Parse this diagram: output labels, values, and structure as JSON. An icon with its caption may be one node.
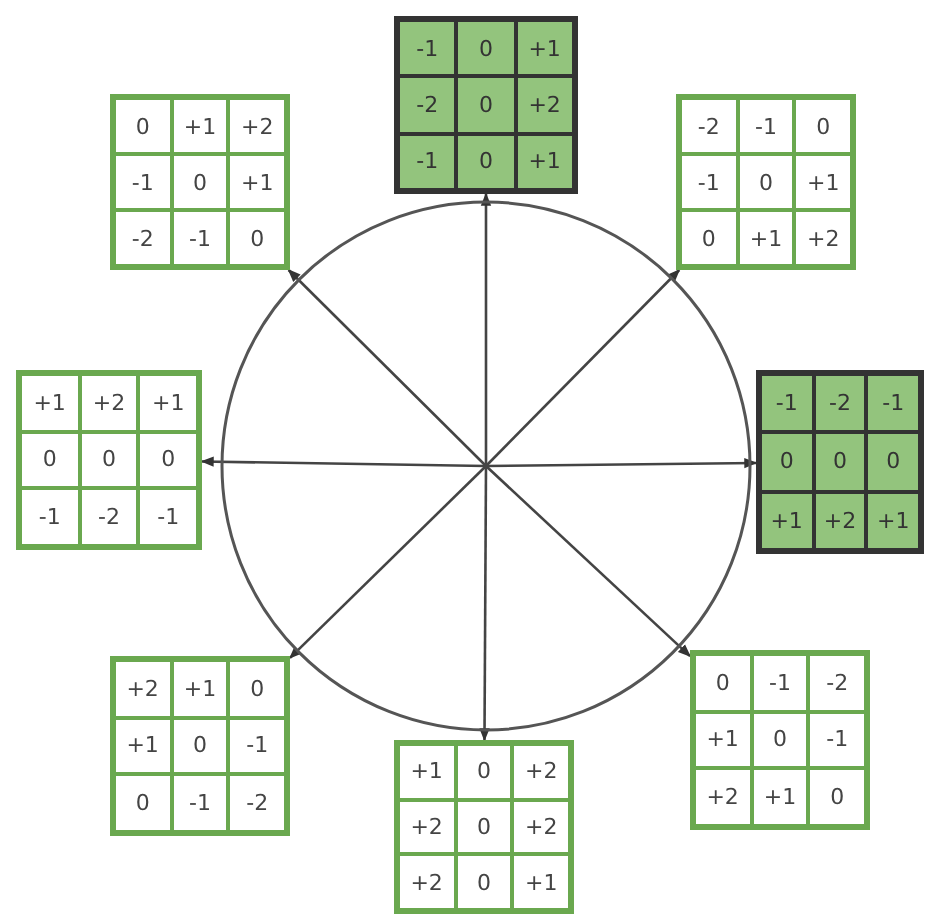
{
  "diagram": {
    "nodes": [
      {
        "text": [],
        "shape": "circle"
      },
      {
        "text": [
          "-1",
          "0",
          "+1",
          "-2",
          "0",
          "+2",
          "-1",
          "0",
          "+1"
        ]
      },
      {
        "text": [
          "0",
          "+1",
          "+2",
          "-1",
          "0",
          "+1",
          "-2",
          "-1",
          "0"
        ]
      },
      {
        "text": [
          "-2",
          "-1",
          "0",
          "-1",
          "0",
          "+1",
          "0",
          "+1",
          "+2"
        ]
      },
      {
        "text": [
          "+1",
          "+2",
          "+1",
          "0",
          "0",
          "0",
          "-1",
          "-2",
          "-1"
        ]
      },
      {
        "text": [
          "-1",
          "-2",
          "-1",
          "0",
          "0",
          "0",
          "+1",
          "+2",
          "+1"
        ]
      },
      {
        "text": [
          "0",
          "-1",
          "-2",
          "+1",
          "0",
          "-1",
          "+2",
          "+1",
          "0"
        ]
      },
      {
        "text": [
          "+2",
          "+1",
          "0",
          "+1",
          "0",
          "-1",
          "0",
          "-1",
          "-2"
        ]
      },
      {
        "text": [
          "+1",
          "0",
          "+2",
          "+2",
          "0",
          "+2",
          "+2",
          "0",
          "+1"
        ]
      }
    ],
    "edges": [
      {
        "from": 0,
        "to": 1,
        "arrow": "to"
      },
      {
        "from": 0,
        "to": 2,
        "arrow": "to"
      },
      {
        "from": 0,
        "to": 3,
        "arrow": "to"
      },
      {
        "from": 0,
        "to": 4,
        "arrow": "to"
      },
      {
        "from": 0,
        "to": 5,
        "arrow": "to"
      },
      {
        "from": 0,
        "to": 6,
        "arrow": "to"
      },
      {
        "from": 0,
        "to": 7,
        "arrow": "to"
      },
      {
        "from": 0,
        "to": 8,
        "arrow": "to"
      }
    ]
  }
}
